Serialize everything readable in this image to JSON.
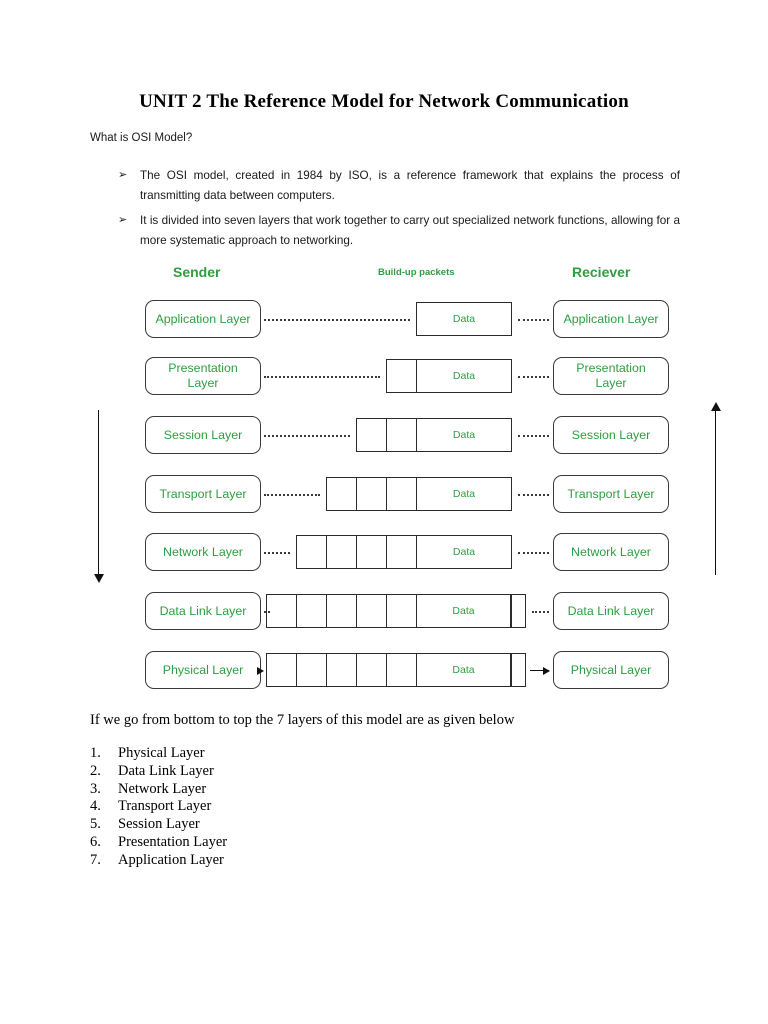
{
  "document": {
    "title": "UNIT 2   The Reference Model for Network Communication",
    "subheading": "What is OSI Model?",
    "bullet_marker": "➢",
    "bullets": [
      "The OSI model, created in 1984 by ISO, is a reference framework that explains the process of transmitting data between computers.",
      "It is divided into seven layers that work together to carry out specialized network functions, allowing for a more systematic approach to networking."
    ],
    "closing_line": "If we go from bottom to top the 7 layers of this model are as given below",
    "numbered_list": [
      {
        "num": "1.",
        "label": "Physical Layer"
      },
      {
        "num": "2.",
        "label": "Data Link Layer"
      },
      {
        "num": "3.",
        "label": "Network Layer"
      },
      {
        "num": "4.",
        "label": "Transport Layer"
      },
      {
        "num": "5.",
        "label": "Session Layer"
      },
      {
        "num": "6.",
        "label": "Presentation Layer"
      },
      {
        "num": "7.",
        "label": "Application Layer"
      }
    ]
  },
  "diagram": {
    "headers": {
      "sender": "Sender",
      "buildup": "Build-up packets",
      "receiver": "Reciever"
    },
    "data_label": "Data",
    "colors": {
      "green_text": "#2f9e41",
      "box_border": "#3a3a3a",
      "packet_border": "#2b2b2b",
      "arrow": "#111111"
    },
    "rows": [
      {
        "layer": "Application Layer",
        "headers_count": 0,
        "trailer": false
      },
      {
        "layer": "Presentation\nLayer",
        "headers_count": 1,
        "trailer": false
      },
      {
        "layer": "Session Layer",
        "headers_count": 2,
        "trailer": false
      },
      {
        "layer": "Transport Layer",
        "headers_count": 3,
        "trailer": false
      },
      {
        "layer": "Network Layer",
        "headers_count": 4,
        "trailer": false
      },
      {
        "layer": "Data Link Layer",
        "headers_count": 5,
        "trailer": true
      },
      {
        "layer": "Physical Layer",
        "headers_count": 5,
        "trailer": true
      }
    ]
  }
}
